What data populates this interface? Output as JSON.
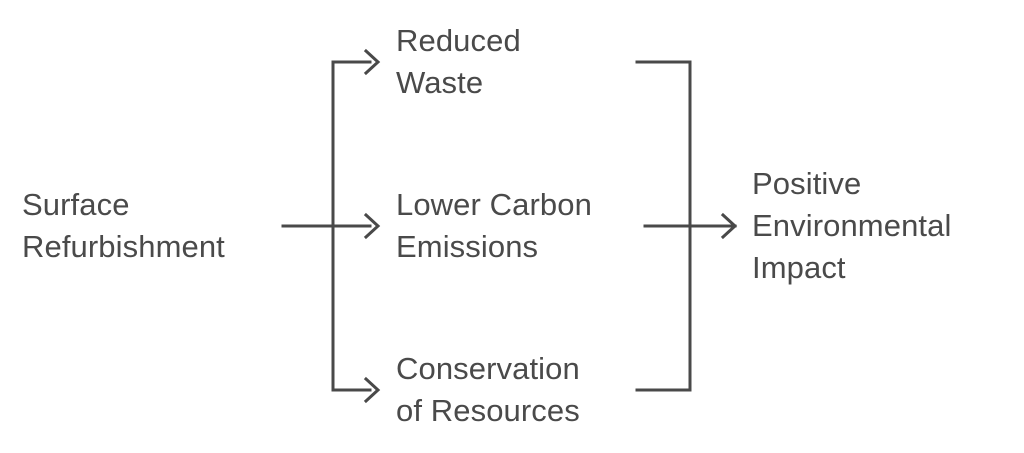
{
  "diagram": {
    "type": "flowchart",
    "orientation": "left-to-right",
    "background_color": "#ffffff",
    "stroke_color": "#494949",
    "text_color": "#4a4a4a",
    "stroke_width": 3,
    "source": {
      "id": "source",
      "label": "Surface\nRefurbishment"
    },
    "branches": [
      {
        "id": "branch-0",
        "label": "Reduced\nWaste"
      },
      {
        "id": "branch-1",
        "label": "Lower Carbon\nEmissions"
      },
      {
        "id": "branch-2",
        "label": "Conservation\nof Resources"
      }
    ],
    "outcome": {
      "id": "outcome",
      "label": "Positive\nEnvironmental\nImpact"
    },
    "edges": [
      {
        "from": "source",
        "to": "branch-0",
        "arrow": true
      },
      {
        "from": "source",
        "to": "branch-1",
        "arrow": true
      },
      {
        "from": "source",
        "to": "branch-2",
        "arrow": true
      },
      {
        "from": "branch-0",
        "to": "outcome",
        "arrow": false
      },
      {
        "from": "branch-1",
        "to": "outcome",
        "arrow": true
      },
      {
        "from": "branch-2",
        "to": "outcome",
        "arrow": false
      }
    ]
  }
}
